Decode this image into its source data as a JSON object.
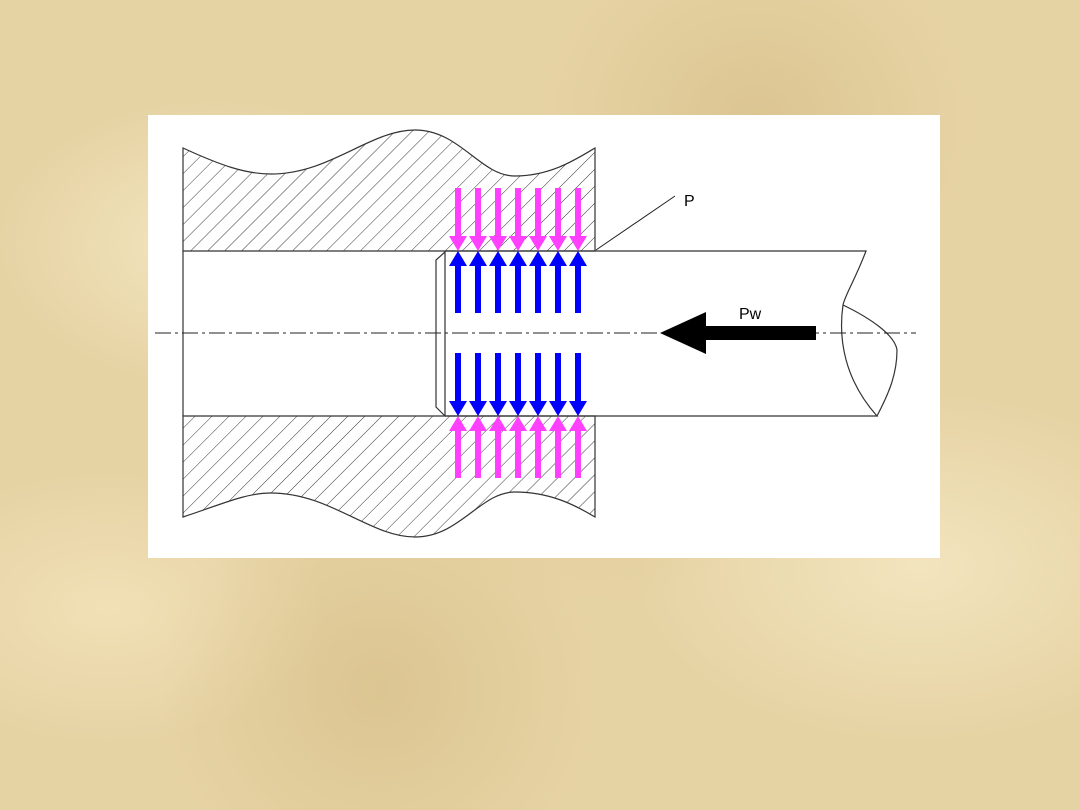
{
  "diagram": {
    "labels": {
      "contact_pressure": "P",
      "axial_force": "Pw"
    },
    "colors": {
      "hub_pressure_arrows": "#ff40ff",
      "shaft_reaction_arrows": "#0000ff",
      "axial_force_arrow": "#000000",
      "panel": "#ffffff",
      "background": "#e6d3a4"
    },
    "arrow_count_per_row": 7
  }
}
